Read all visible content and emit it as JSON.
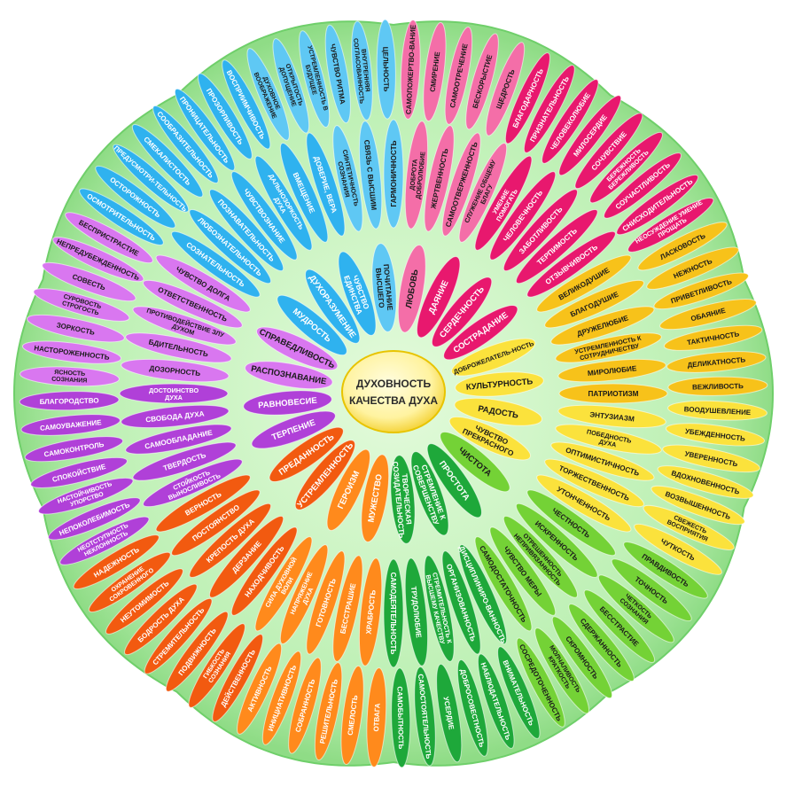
{
  "center": {
    "line1": "ДУХОВНОСТЬ",
    "line2": "КАЧЕСТВА ДУХА"
  },
  "colors": {
    "background_flower": "#bdf0b4",
    "background_edge": "#7fd77a",
    "center_fill": "#fff5a0",
    "center_edge": "#e8c400",
    "pink": "#f46ea8",
    "magenta": "#e8186e",
    "orange_yellow": "#f7c21a",
    "yellow": "#fbe23c",
    "green_light": "#74d236",
    "green": "#1ea83a",
    "orange": "#ff8a1c",
    "orange_red": "#f25a10",
    "purple": "#b040d8",
    "violet": "#d977f0",
    "blue": "#2fb2ef",
    "sky": "#5fc8f4"
  },
  "rings": [
    {
      "name": "inner",
      "items": [
        {
          "t": "ЛЮБОВЬ",
          "c": "pink"
        },
        {
          "t": "ДАЯНИЕ",
          "c": "magenta"
        },
        {
          "t": "СЕРДЕЧНОСТЬ",
          "c": "magenta"
        },
        {
          "t": "СОСТРАДАНИЕ",
          "c": "magenta"
        },
        {
          "t": "ДОБРОЖЕЛАТЕЛЬ-НОСТЬ",
          "c": "yellow"
        },
        {
          "t": "КУЛЬТУРНОСТЬ",
          "c": "yellow"
        },
        {
          "t": "РАДОСТЬ",
          "c": "yellow"
        },
        {
          "t": "ЧУВСТВО ПРЕКРАСНОГО",
          "c": "yellow"
        },
        {
          "t": "ЧИСТОТА",
          "c": "green_light"
        },
        {
          "t": "ПРОСТОТА",
          "c": "green"
        },
        {
          "t": "СТРЕМЛЕНИЕ К СОВЕРШЕНСТВУ",
          "c": "green"
        },
        {
          "t": "ТВОРЧЕСКАЯ СОЗИДАТЕЛЬНОСТЬ",
          "c": "green"
        },
        {
          "t": "МУЖЕСТВО",
          "c": "orange"
        },
        {
          "t": "ГЕРОИЗМ",
          "c": "orange"
        },
        {
          "t": "УСТРЕМЛЕННОСТЬ",
          "c": "orange_red"
        },
        {
          "t": "ПРЕДАННОСТЬ",
          "c": "orange_red"
        },
        {
          "t": "ТЕРПЕНИЕ",
          "c": "purple"
        },
        {
          "t": "РАВНОВЕСИЕ",
          "c": "purple"
        },
        {
          "t": "РАСПОЗНАВАНИЕ",
          "c": "violet"
        },
        {
          "t": "СПРАВЕДЛИВОСТЬ",
          "c": "violet"
        },
        {
          "t": "МУДРОСТЬ",
          "c": "blue"
        },
        {
          "t": "ДУХОРАЗУМЕНИЕ",
          "c": "blue"
        },
        {
          "t": "ЧУВСТВО ЕДИНСТВА",
          "c": "blue"
        },
        {
          "t": "ПОЧИТАНИЕ ВЫСШЕГО",
          "c": "sky"
        }
      ]
    },
    {
      "name": "middle",
      "items": [
        {
          "t": "ДОБРОТА ДОБРОЛЮБИЕ",
          "c": "pink"
        },
        {
          "t": "ЖЕРТВЕННОСТЬ",
          "c": "pink"
        },
        {
          "t": "САМООТВЕРЖЕННОСТЬ",
          "c": "pink"
        },
        {
          "t": "СЛУЖЕНИЕ ОБЩЕМУ БЛАГУ",
          "c": "pink"
        },
        {
          "t": "УМЕНИЕ ПОМОГАТЬ",
          "c": "magenta"
        },
        {
          "t": "ЧЕЛОВЕЧНОСТЬ",
          "c": "magenta"
        },
        {
          "t": "ЗАБОТЛИВОСТЬ",
          "c": "magenta"
        },
        {
          "t": "ТЕРПИМОСТЬ",
          "c": "magenta"
        },
        {
          "t": "ОТЗЫВЧИВОСТЬ",
          "c": "magenta"
        },
        {
          "t": "ВЕЛИКОДУШИЕ",
          "c": "orange_yellow"
        },
        {
          "t": "БЛАГОДУШИЕ",
          "c": "orange_yellow"
        },
        {
          "t": "ДРУЖЕЛЮБИЕ",
          "c": "orange_yellow"
        },
        {
          "t": "УСТРЕМЛЕННОСТЬ К СОТРУДНИЧЕСТВУ",
          "c": "orange_yellow"
        },
        {
          "t": "МИРОЛЮБИЕ",
          "c": "orange_yellow"
        },
        {
          "t": "ПАТРИОТИЗМ",
          "c": "orange_yellow"
        },
        {
          "t": "ЭНТУЗИАЗМ",
          "c": "yellow"
        },
        {
          "t": "ПОБЕДНОСТЬ ДУХА",
          "c": "yellow"
        },
        {
          "t": "ОПТИМИСТИЧНОСТЬ",
          "c": "yellow"
        },
        {
          "t": "ТОРЖЕСТВЕННОСТЬ",
          "c": "yellow"
        },
        {
          "t": "УТОНЧЕННОСТЬ",
          "c": "yellow"
        },
        {
          "t": "ЧЕСТНОСТЬ",
          "c": "green_light"
        },
        {
          "t": "ИСКРЕННОСТЬ",
          "c": "green_light"
        },
        {
          "t": "ОТРЕШЕННОСТЬ НЕПРИВЯЗАННОСТЬ",
          "c": "green_light"
        },
        {
          "t": "ЧУВСТВО МЕРЫ",
          "c": "green_light"
        },
        {
          "t": "САМОДОСТАТОЧНОСТЬ",
          "c": "green_light"
        },
        {
          "t": "ДИСЦИПЛИНИРО-ВАННОСТЬ",
          "c": "green"
        },
        {
          "t": "ОРГАНИЗОВАННОСТЬ",
          "c": "green"
        },
        {
          "t": "СТРЕМИТЕЛЬНОСТЬ К ВЫСШЕМУ КАЧЕСТВУ",
          "c": "green"
        },
        {
          "t": "ТРУДОЛЮБИЕ",
          "c": "green"
        },
        {
          "t": "САМОДЕЯТЕЛЬНОСТЬ",
          "c": "green"
        },
        {
          "t": "ХРАБРОСТЬ",
          "c": "orange"
        },
        {
          "t": "БЕССТРАШИЕ",
          "c": "orange"
        },
        {
          "t": "ГОТОВНОСТЬ",
          "c": "orange"
        },
        {
          "t": "НАПРЯЖЕНИЕ ДУХА",
          "c": "orange"
        },
        {
          "t": "СИЛА ДУХОВНОЙ ВОЛИ",
          "c": "orange"
        },
        {
          "t": "НАХОДЧИВОСТЬ",
          "c": "orange_red"
        },
        {
          "t": "ДЕРЗАНИЕ",
          "c": "orange_red"
        },
        {
          "t": "КРЕПОСТЬ ДУХА",
          "c": "orange_red"
        },
        {
          "t": "ПОСТОЯНСТВО",
          "c": "orange_red"
        },
        {
          "t": "ВЕРНОСТЬ",
          "c": "orange_red"
        },
        {
          "t": "СТОЙКОСТЬ ВЫНОСЛИВОСТЬ",
          "c": "purple"
        },
        {
          "t": "ТВЕРДОСТЬ",
          "c": "purple"
        },
        {
          "t": "САМООБЛАДАНИЕ",
          "c": "purple"
        },
        {
          "t": "СВОБОДА ДУХА",
          "c": "purple"
        },
        {
          "t": "ДОСТОИНСТВО ДУХА",
          "c": "purple"
        },
        {
          "t": "ДОЗОРНОСТЬ",
          "c": "violet"
        },
        {
          "t": "БДИТЕЛЬНОСТЬ",
          "c": "violet"
        },
        {
          "t": "ПРОТИВОДЕЙСТВИЕ ЗЛУ ДУХОМ",
          "c": "violet"
        },
        {
          "t": "ОТВЕТСТВЕННОСТЬ",
          "c": "violet"
        },
        {
          "t": "ЧУВСТВО ДОЛГА",
          "c": "violet"
        },
        {
          "t": "СОЗНАТЕЛЬНОСТЬ",
          "c": "blue"
        },
        {
          "t": "ЛЮБОЗНАТЕЛЬНОСТЬ",
          "c": "blue"
        },
        {
          "t": "ПОЗНАВАТЕЛЬНОСТЬ",
          "c": "blue"
        },
        {
          "t": "ЧУВСТВОЗНАНИЕ",
          "c": "blue"
        },
        {
          "t": "ДАЛЬНОЗОРКОСТЬ ДУХА",
          "c": "blue"
        },
        {
          "t": "ВМЕЩЕНИЕ",
          "c": "blue"
        },
        {
          "t": "ДОВЕРИЕ, ВЕРА",
          "c": "blue"
        },
        {
          "t": "СИНТЕТИЧНОСТЬ СОЗНАНИЯ",
          "c": "sky"
        },
        {
          "t": "СВЯЗЬ С ВЫСШИМ",
          "c": "sky"
        },
        {
          "t": "ГАРМОНИЧНОСТЬ",
          "c": "sky"
        }
      ]
    },
    {
      "name": "outer",
      "items": [
        {
          "t": "САМОПОЖЕРТВО-ВАНИЕ",
          "c": "pink"
        },
        {
          "t": "СМИРЕНИЕ",
          "c": "pink"
        },
        {
          "t": "САМООТРЕЧЕНИЕ",
          "c": "pink"
        },
        {
          "t": "БЕСКОРЫСТИЕ",
          "c": "pink"
        },
        {
          "t": "ЩЕДРОСТЬ",
          "c": "pink"
        },
        {
          "t": "БЛАГОДАРНОСТЬ",
          "c": "magenta"
        },
        {
          "t": "ПРИЗНАТЕЛЬНОСТЬ",
          "c": "magenta"
        },
        {
          "t": "ЧЕЛОВЕКОЛЮБИЕ",
          "c": "magenta"
        },
        {
          "t": "МИЛОСЕРДИЕ",
          "c": "magenta"
        },
        {
          "t": "СОЧУВСТВИЕ",
          "c": "magenta"
        },
        {
          "t": "БЕРЕЖНОСТЬ БЕРЕЖЛИВОСТЬ",
          "c": "magenta"
        },
        {
          "t": "СОУЧАСТЛИВОСТЬ",
          "c": "magenta"
        },
        {
          "t": "СНИСХОДИТЕЛЬНОСТЬ",
          "c": "magenta"
        },
        {
          "t": "НЕОСУЖДЕНИЕ УМЕНИЕ ПРОЩАТЬ",
          "c": "magenta"
        },
        {
          "t": "ЛАСКОВОСТЬ",
          "c": "orange_yellow"
        },
        {
          "t": "НЕЖНОСТЬ",
          "c": "orange_yellow"
        },
        {
          "t": "ПРИВЕТЛИВОСТЬ",
          "c": "orange_yellow"
        },
        {
          "t": "ОБАЯНИЕ",
          "c": "orange_yellow"
        },
        {
          "t": "ТАКТИЧНОСТЬ",
          "c": "orange_yellow"
        },
        {
          "t": "ДЕЛИКАТНОСТЬ",
          "c": "orange_yellow"
        },
        {
          "t": "ВЕЖЛИВОСТЬ",
          "c": "orange_yellow"
        },
        {
          "t": "ВООДУШЕВЛЕНИЕ",
          "c": "yellow"
        },
        {
          "t": "УБЕЖДЕННОСТЬ",
          "c": "yellow"
        },
        {
          "t": "УВЕРЕННОСТЬ",
          "c": "yellow"
        },
        {
          "t": "ВДОХНОВЕННОСТЬ",
          "c": "yellow"
        },
        {
          "t": "ВОЗВЫШЕННОСТЬ",
          "c": "yellow"
        },
        {
          "t": "СВЕЖЕСТЬ ВОСПРИЯТИЯ",
          "c": "yellow"
        },
        {
          "t": "ЧУТКОСТЬ",
          "c": "yellow"
        },
        {
          "t": "ПРАВДИВОСТЬ",
          "c": "green_light"
        },
        {
          "t": "ТОЧНОСТЬ",
          "c": "green_light"
        },
        {
          "t": "ЧЕТКОСТЬ СОЗНАНИЯ",
          "c": "green_light"
        },
        {
          "t": "БЕССТРАСТИЕ",
          "c": "green_light"
        },
        {
          "t": "СДЕРЖАННОСТЬ",
          "c": "green_light"
        },
        {
          "t": "СКРОМНОСТЬ",
          "c": "green_light"
        },
        {
          "t": "МОЛЧАЛИВОСТЬ КРАТКОСТЬ",
          "c": "green_light"
        },
        {
          "t": "СОСРЕДОТОЧЕННОСТЬ",
          "c": "green_light"
        },
        {
          "t": "ВНИМАТЕЛЬНОСТЬ",
          "c": "green"
        },
        {
          "t": "НАБЛЮДАТЕЛЬНОСТЬ",
          "c": "green"
        },
        {
          "t": "ДОБРОСОВЕСТНОСТЬ",
          "c": "green"
        },
        {
          "t": "УСЕРДИЕ",
          "c": "green"
        },
        {
          "t": "САМОСТОЯТЕЛЬНОСТЬ",
          "c": "green"
        },
        {
          "t": "САМОБЫТНОСТЬ",
          "c": "green"
        },
        {
          "t": "ОТВАГА",
          "c": "orange"
        },
        {
          "t": "СМЕЛОСТЬ",
          "c": "orange"
        },
        {
          "t": "РЕШИТЕЛЬНОСТЬ",
          "c": "orange"
        },
        {
          "t": "СОБРАННОСТЬ",
          "c": "orange"
        },
        {
          "t": "ИНИЦИАТИВНОСТЬ",
          "c": "orange"
        },
        {
          "t": "АКТИВНОСТЬ",
          "c": "orange"
        },
        {
          "t": "ДЕЙСТВЕННОСТЬ",
          "c": "orange_red"
        },
        {
          "t": "ГИБКОСТЬ СОЗНАНИЯ",
          "c": "orange_red"
        },
        {
          "t": "ПОДВИЖНОСТЬ",
          "c": "orange_red"
        },
        {
          "t": "СТРЕМИТЕЛЬНОСТЬ",
          "c": "orange_red"
        },
        {
          "t": "БОДРОСТЬ ДУХА",
          "c": "orange_red"
        },
        {
          "t": "НЕУТОМИМОСТЬ",
          "c": "orange_red"
        },
        {
          "t": "ОХРАНЕНИЕ СОКРОВЕННОГО",
          "c": "orange_red"
        },
        {
          "t": "НАДЕЖНОСТЬ",
          "c": "orange_red"
        },
        {
          "t": "НЕОТСТУПНОСТЬ НЕКЛОННОСТЬ",
          "c": "purple"
        },
        {
          "t": "НЕПОКОЛЕБИМОСТЬ",
          "c": "purple"
        },
        {
          "t": "НАСТОЙЧИВОСТЬ УПОРСТВО",
          "c": "purple"
        },
        {
          "t": "СПОКОЙСТВИЕ",
          "c": "purple"
        },
        {
          "t": "САМОКОНТРОЛЬ",
          "c": "purple"
        },
        {
          "t": "САМОУВАЖЕНИЕ",
          "c": "purple"
        },
        {
          "t": "БЛАГОРОДСТВО",
          "c": "purple"
        },
        {
          "t": "ЯСНОСТЬ СОЗНАНИЯ",
          "c": "violet"
        },
        {
          "t": "НАСТОРОЖЕННОСТЬ",
          "c": "violet"
        },
        {
          "t": "ЗОРКОСТЬ",
          "c": "violet"
        },
        {
          "t": "СУРОВОСТЬ СТРОГОСТЬ",
          "c": "violet"
        },
        {
          "t": "СОВЕСТЬ",
          "c": "violet"
        },
        {
          "t": "НЕПРЕДУБЕЖДЕННОСТЬ",
          "c": "violet"
        },
        {
          "t": "БЕСПРИСТРАСТИЕ",
          "c": "violet"
        },
        {
          "t": "ОСМОТРИТЕЛЬНОСТЬ",
          "c": "blue"
        },
        {
          "t": "ОСТОРОЖНОСТЬ",
          "c": "blue"
        },
        {
          "t": "ПРЕДУСМОТРИ-ТЕЛЬНОСТЬ",
          "c": "blue"
        },
        {
          "t": "СМЕКАЛИСТОСТЬ",
          "c": "blue"
        },
        {
          "t": "СООБРАЗИТЕЛЬНОСТЬ",
          "c": "blue"
        },
        {
          "t": "ПРОНИЦАТЕЛЬНОСТЬ",
          "c": "blue"
        },
        {
          "t": "ПРОЗОРЛИВОСТЬ",
          "c": "blue"
        },
        {
          "t": "ВОСПРИИМЧИВОСТЬ",
          "c": "blue"
        },
        {
          "t": "ДУХОВНОЕ ВООБРАЖЕНИЕ",
          "c": "sky"
        },
        {
          "t": "ОТКРЫТОСТЬ ДОПУЩЕНИЕ",
          "c": "sky"
        },
        {
          "t": "УСТРЕМЛЕННОСТЬ В БУДУЩЕЕ",
          "c": "sky"
        },
        {
          "t": "ЧУВСТВО РИТМА",
          "c": "sky"
        },
        {
          "t": "ВНУТРЕННЯЯ СОГЛАСОВАННОСТЬ",
          "c": "sky"
        },
        {
          "t": "ЦЕЛЬНОСТЬ",
          "c": "sky"
        }
      ]
    }
  ]
}
